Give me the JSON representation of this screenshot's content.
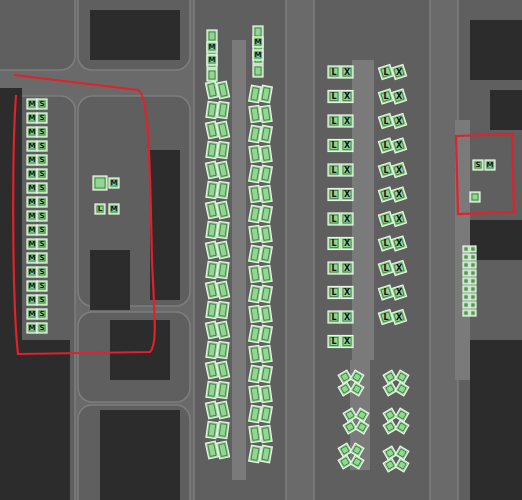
{
  "diagram": {
    "labels": [
      "M",
      "S",
      "M",
      "S",
      "M",
      "S",
      "M",
      "S",
      "M",
      "S",
      "M",
      "S",
      "M",
      "S",
      "M",
      "S",
      "M",
      "S",
      "M",
      "S",
      "M",
      "S",
      "M",
      "S",
      "M",
      "S",
      "M",
      "S",
      "M",
      "S",
      "M",
      "S",
      "M",
      "S",
      "M",
      "L",
      "M",
      "M",
      "M",
      "M",
      "M",
      "L",
      "X",
      "L",
      "X",
      "L",
      "X",
      "L",
      "X",
      "L",
      "X",
      "L",
      "X",
      "L",
      "X",
      "L",
      "X",
      "L",
      "X",
      "L",
      "X",
      "L",
      "X",
      "L",
      "X",
      "L",
      "X",
      "L",
      "X",
      "L",
      "X",
      "L",
      "X",
      "L",
      "X",
      "L",
      "X",
      "L",
      "X",
      "L",
      "X",
      "L",
      "X",
      "L",
      "X",
      "L",
      "X",
      "S",
      "M"
    ]
  }
}
